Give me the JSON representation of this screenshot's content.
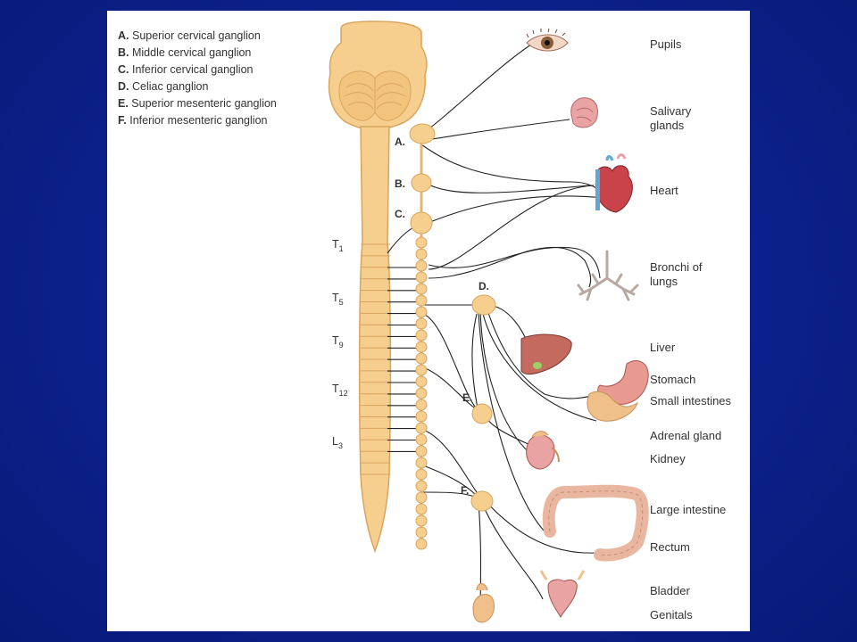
{
  "legend": [
    {
      "letter": "A.",
      "text": "Superior cervical ganglion"
    },
    {
      "letter": "B.",
      "text": "Middle cervical ganglion"
    },
    {
      "letter": "C.",
      "text": "Inferior cervical ganglion"
    },
    {
      "letter": "D.",
      "text": "Celiac ganglion"
    },
    {
      "letter": "E.",
      "text": "Superior mesenteric ganglion"
    },
    {
      "letter": "F.",
      "text": "Inferior mesenteric ganglion"
    }
  ],
  "segments": [
    {
      "main": "T",
      "sub": "1"
    },
    {
      "main": "T",
      "sub": "5"
    },
    {
      "main": "T",
      "sub": "9"
    },
    {
      "main": "T",
      "sub": "12"
    },
    {
      "main": "L",
      "sub": "3"
    }
  ],
  "ganglia": [
    "A.",
    "B.",
    "C.",
    "D.",
    "E.",
    "F."
  ],
  "organs": {
    "pupils": "Pupils",
    "salivary_1": "Salivary",
    "salivary_2": "glands",
    "heart": "Heart",
    "bronchi_1": "Bronchi of",
    "bronchi_2": "lungs",
    "liver": "Liver",
    "stomach": "Stomach",
    "small_intestines": "Small intestines",
    "adrenal": "Adrenal gland",
    "kidney": "Kidney",
    "large_intestine": "Large intestine",
    "rectum": "Rectum",
    "bladder": "Bladder",
    "genitals": "Genitals"
  },
  "colors": {
    "background": "#0d2290",
    "cord": "#f6cf8f",
    "cord_stroke": "#d9a45f",
    "nerve": "#222222",
    "organ_pink": "#e9a3a3",
    "heart_red": "#c9444a"
  }
}
